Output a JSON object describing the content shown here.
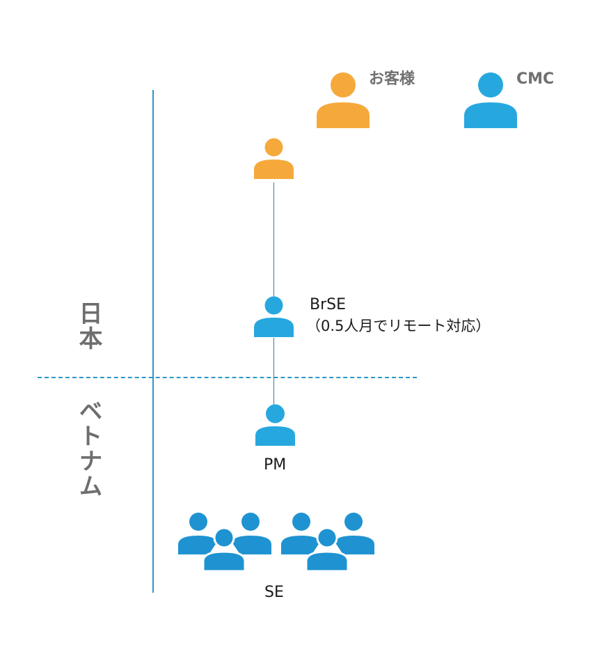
{
  "legend": {
    "customer_label": "お客様",
    "cmc_label": "CMC"
  },
  "regions": {
    "japan_label": "日本",
    "vietnam_label": "ベトナム"
  },
  "roles": {
    "brse_label": "BrSE",
    "brse_note": "（0.5人月でリモート対応）",
    "pm_label": "PM",
    "se_label": "SE"
  },
  "colors": {
    "customer": "#f5a93b",
    "cmc": "#26a8df",
    "se_group": "#1f93d1",
    "divider": "#2e95c9"
  },
  "icons": {
    "person": "person-icon",
    "group": "people-group-icon"
  }
}
